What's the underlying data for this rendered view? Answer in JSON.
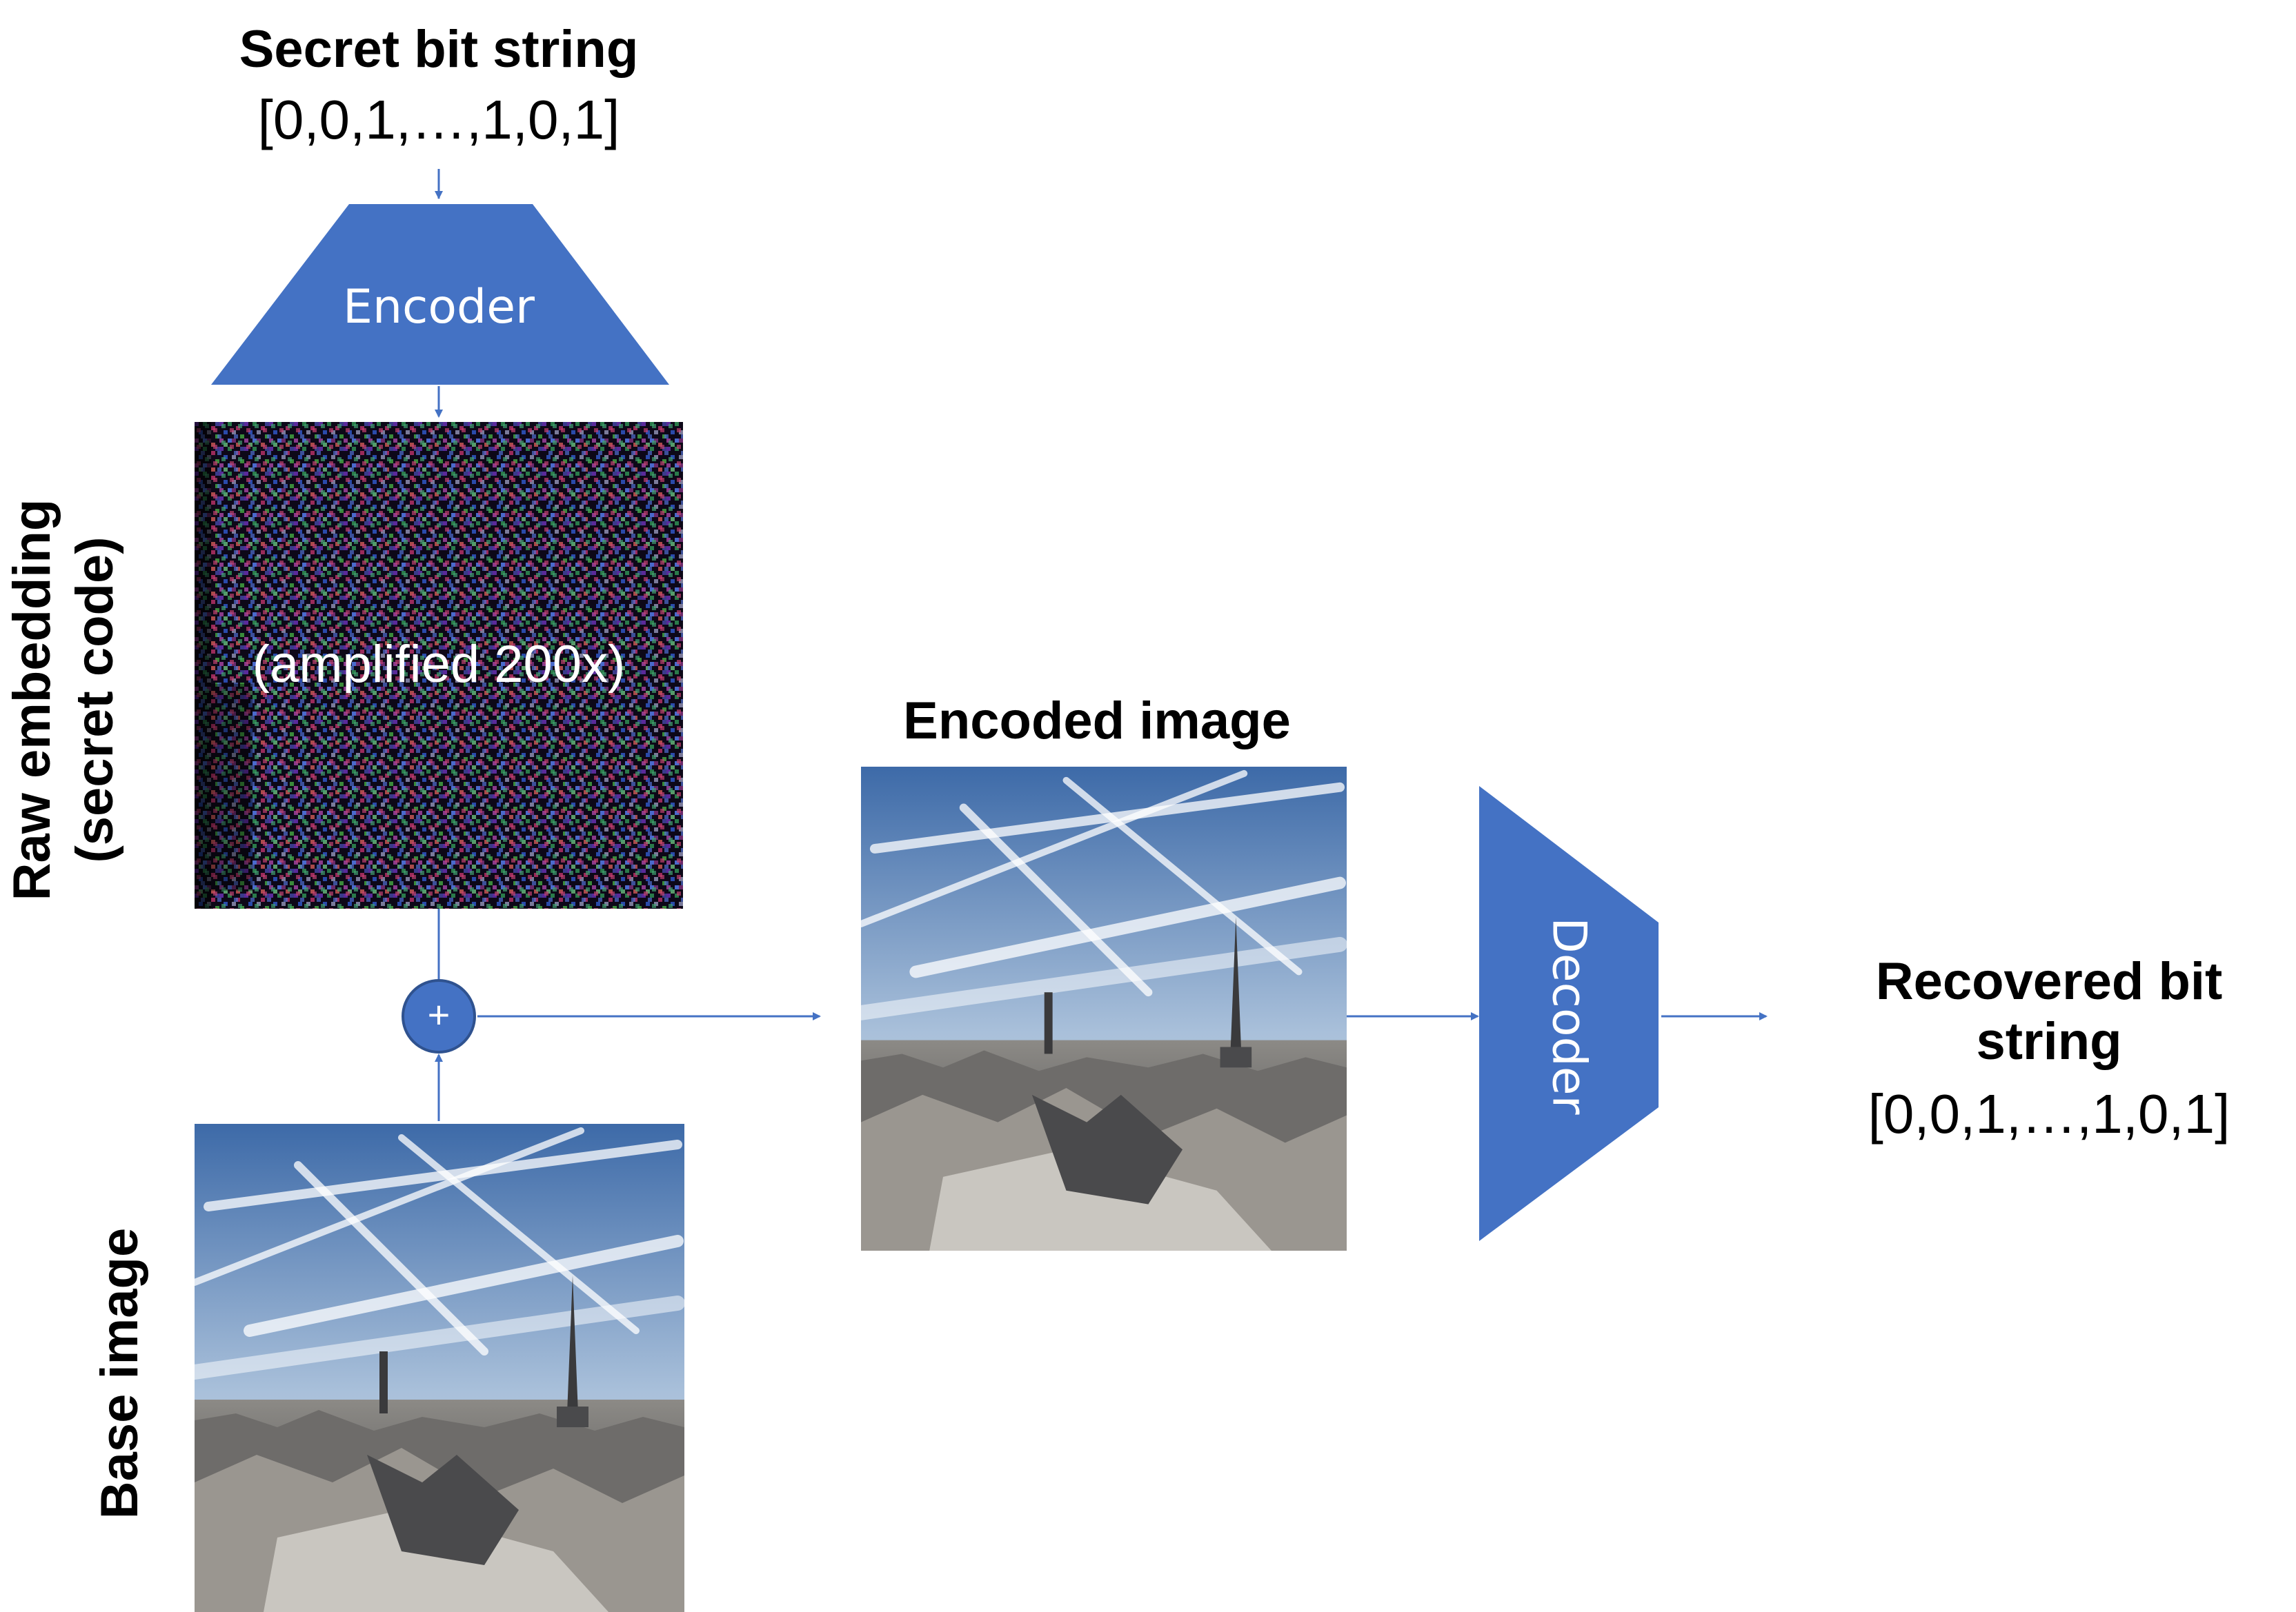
{
  "secret": {
    "title": "Secret bit string",
    "bits": "[0,0,1,…,1,0,1]"
  },
  "encoder": {
    "label": "Encoder"
  },
  "raw_embedding": {
    "side_label_line1": "Raw embedding",
    "side_label_line2": "(secret code)",
    "overlay": "(amplified 200x)"
  },
  "combine": {
    "symbol": "+"
  },
  "base_image": {
    "side_label": "Base image"
  },
  "encoded_image": {
    "title": "Encoded image"
  },
  "decoder": {
    "label": "Decoder"
  },
  "recovered": {
    "title_line1": "Recovered bit",
    "title_line2": "string",
    "bits": "[0,0,1,…,1,0,1]"
  },
  "colors": {
    "block_fill": "#4472c4",
    "arrow": "#4472c4",
    "block_text": "#ffffff"
  }
}
